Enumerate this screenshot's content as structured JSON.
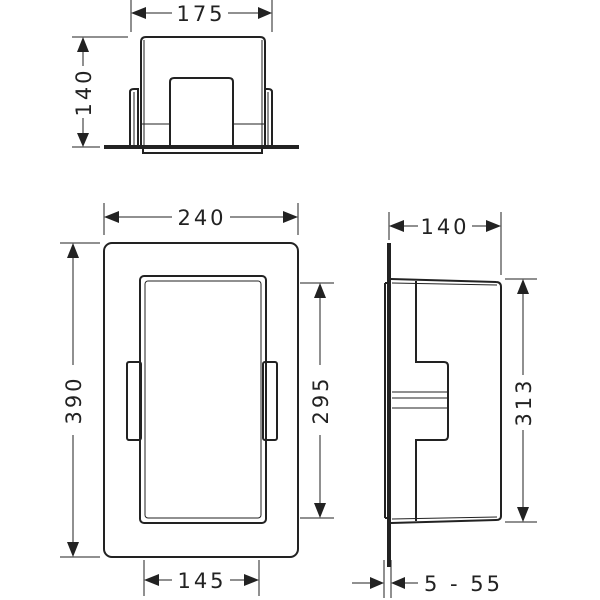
{
  "drawing": {
    "top_view": {
      "width_label": "175",
      "depth_label": "140"
    },
    "front_view": {
      "width_label": "240",
      "height_label": "390",
      "opening_height_label": "295",
      "opening_width_label": "145"
    },
    "side_view": {
      "depth_label": "140",
      "body_height_label": "313",
      "wall_thickness_label": "5 - 55"
    },
    "colors": {
      "line": "#222222",
      "background": "#ffffff"
    }
  }
}
